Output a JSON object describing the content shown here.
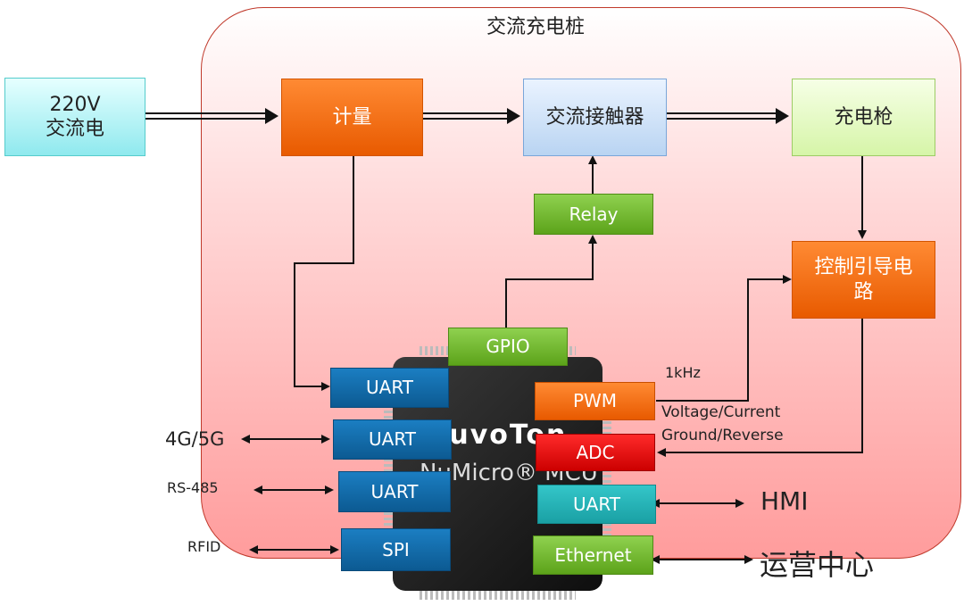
{
  "title": "交流充电桩",
  "nodes": {
    "ac_input": "220V\n交流电",
    "metering": "计量",
    "contactor": "交流接触器",
    "gun": "充电枪",
    "relay": "Relay",
    "control_pilot": "控制引导电\n路"
  },
  "mcu": {
    "brand": "nuvoTon",
    "subtitle": "NuMicro® MCU",
    "gpio": "GPIO",
    "left_ports": [
      "UART",
      "UART",
      "UART",
      "SPI"
    ],
    "right_ports": [
      "PWM",
      "ADC",
      "UART",
      "Ethernet"
    ]
  },
  "labels": {
    "freq": "1kHz",
    "voltage_current": "Voltage/Current",
    "ground_reverse": "Ground/Reverse",
    "net_4g5g": "4G/5G",
    "rs485": "RS-485",
    "rfid": "RFID",
    "hmi": "HMI",
    "ops_center": "运营中心"
  }
}
